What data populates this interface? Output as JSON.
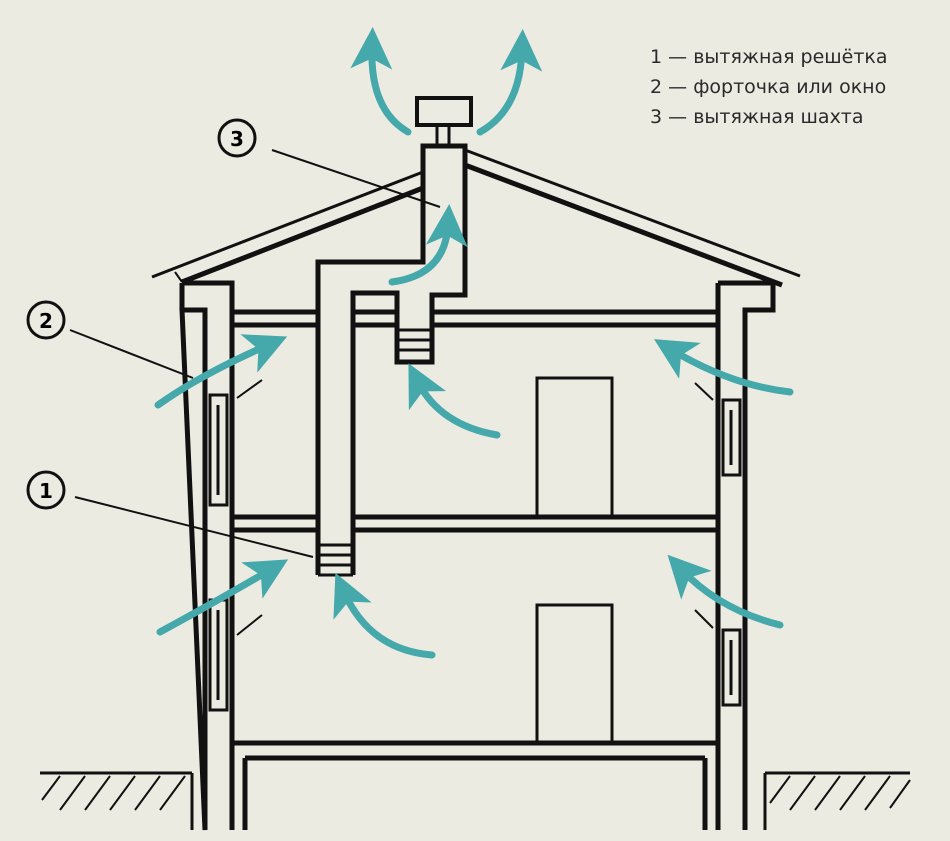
{
  "legend": [
    {
      "num": "1",
      "dash": "—",
      "text": "вытяжная решётка"
    },
    {
      "num": "2",
      "dash": "—",
      "text": "форточка или окно"
    },
    {
      "num": "3",
      "dash": "—",
      "text": "вытяжная шахта"
    }
  ],
  "callouts": {
    "c1": "1",
    "c2": "2",
    "c3": "3"
  },
  "colors": {
    "background": "#ecebe1",
    "line": "#111111",
    "airflow": "#45a8ab"
  }
}
